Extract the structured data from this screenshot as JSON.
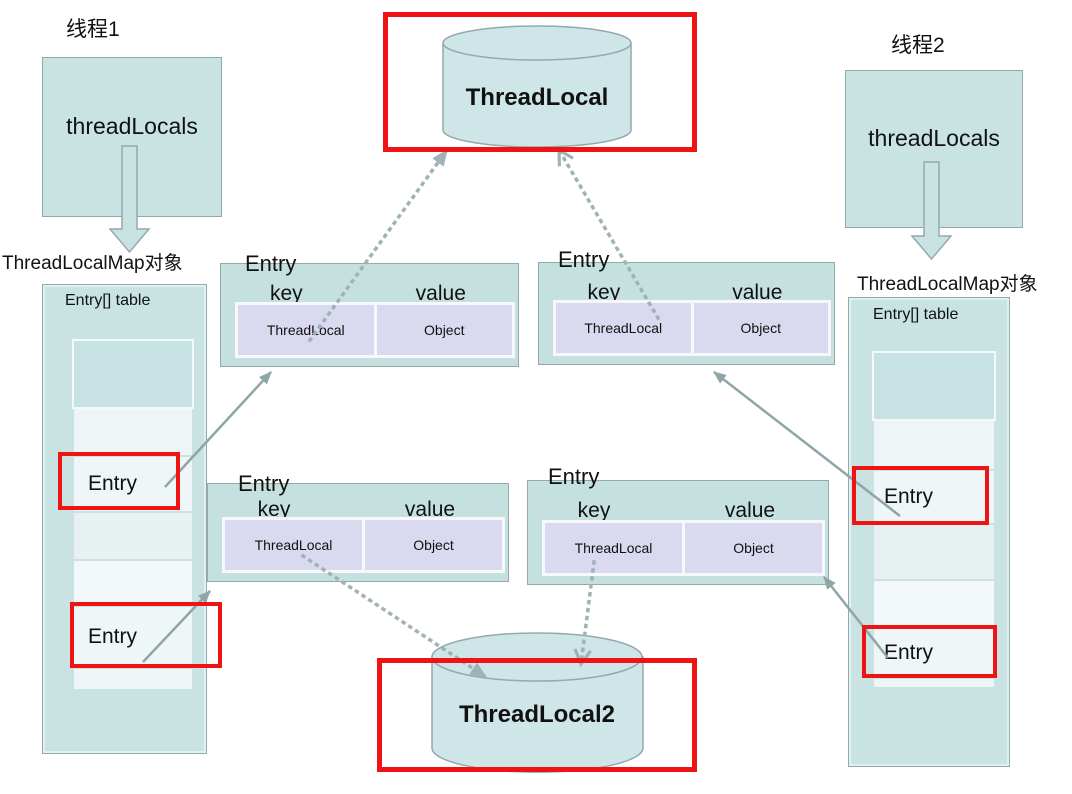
{
  "threads": {
    "thread1": {
      "title": "线程1",
      "box_label": "threadLocals",
      "map_label": "ThreadLocalMap对象",
      "table_title": "Entry[] table",
      "entry1": "Entry",
      "entry2": "Entry"
    },
    "thread2": {
      "title": "线程2",
      "box_label": "threadLocals",
      "map_label": "ThreadLocalMap对象",
      "table_title": "Entry[] table",
      "entry1": "Entry",
      "entry2": "Entry"
    }
  },
  "cylinders": {
    "top": "ThreadLocal",
    "bottom": "ThreadLocal2"
  },
  "tables": {
    "t1": {
      "title": "Entry",
      "key_header": "key",
      "value_header": "value",
      "key_cell": "ThreadLocal",
      "value_cell": "Object"
    },
    "t2": {
      "title": "Entry",
      "key_header": "key",
      "value_header": "value",
      "key_cell": "ThreadLocal",
      "value_cell": "Object"
    },
    "t3": {
      "title": "Entry",
      "key_header": "key",
      "value_header": "value",
      "key_cell": "ThreadLocal",
      "value_cell": "Object"
    },
    "t4": {
      "title": "Entry",
      "key_header": "key",
      "value_header": "value",
      "key_cell": "ThreadLocal",
      "value_cell": "Object"
    }
  },
  "colors": {
    "box_fill": "#c9e3e3",
    "table_fill": "#c5e1df",
    "cell_fill": "#d9d9ef",
    "cylinder_fill": "#cee6e8",
    "slot_light": "#eef6f7",
    "highlight": "#ee1414",
    "arrow": "#8fa5a7",
    "dotted": "#9fb3b6",
    "border": "#94a9ac"
  }
}
